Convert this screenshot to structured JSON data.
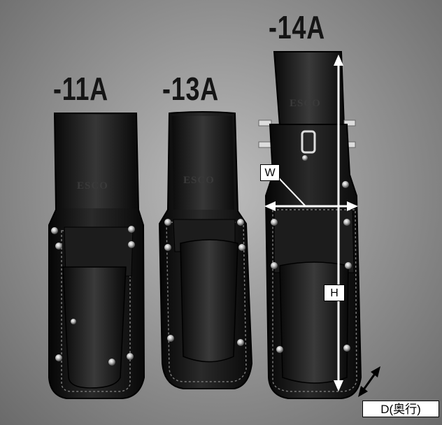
{
  "models": {
    "holster_11a": "-11A",
    "holster_13a": "-13A",
    "holster_14a": "-14A"
  },
  "brand_emboss": "ESCO",
  "dimensions": {
    "width_label": "W",
    "height_label": "H",
    "depth_label": "D(奥行)"
  },
  "colors": {
    "leather": "#141414",
    "background": "#9a9a9a",
    "dimension_line": "#ffffff"
  }
}
